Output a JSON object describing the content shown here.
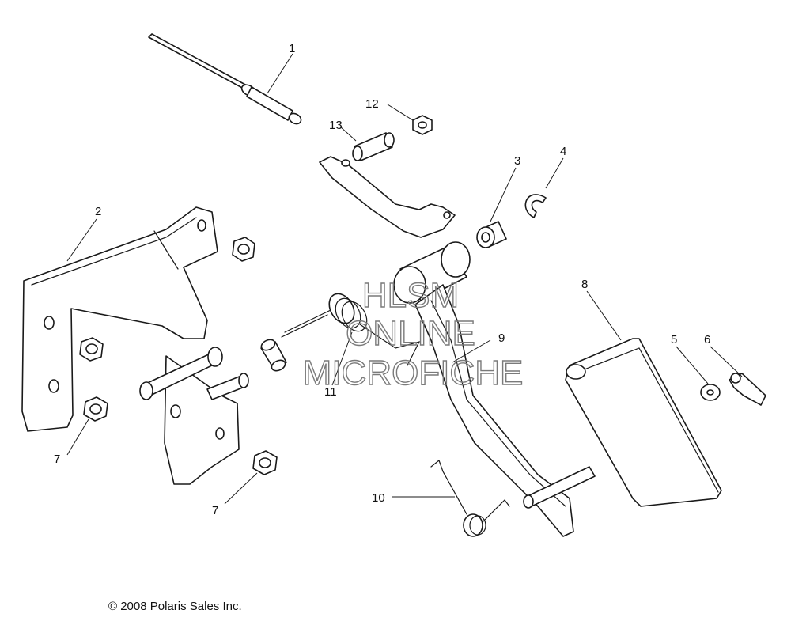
{
  "callouts": {
    "c1": "1",
    "c2": "2",
    "c3": "3",
    "c4": "4",
    "c5": "5",
    "c6": "6",
    "c7a": "7",
    "c7b": "7",
    "c8": "8",
    "c9": "9",
    "c10": "10",
    "c11": "11",
    "c12": "12",
    "c13": "13"
  },
  "watermark": {
    "line1": "HLSM",
    "line2": "ONLINE",
    "line3": "MICROFICHE"
  },
  "copyright": "© 2008 Polaris Sales Inc."
}
